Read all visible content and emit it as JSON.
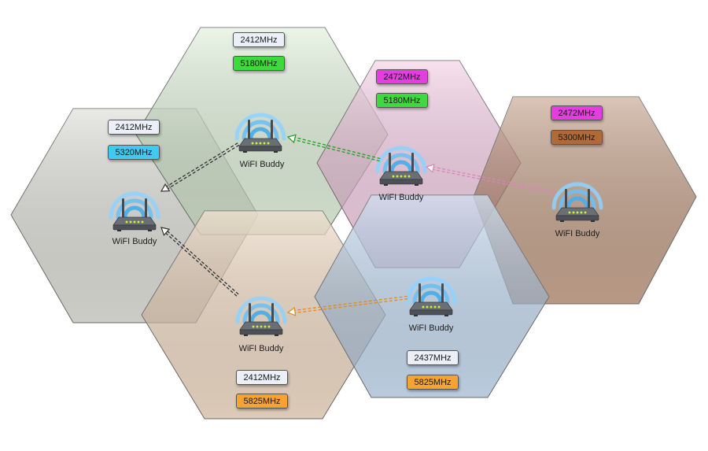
{
  "device_label": "WiFI Buddy",
  "colors": {
    "gray": "#c9c9c2",
    "green": "#cfe6c6",
    "pink": "#eeb4d6",
    "brown": "#a56f4e",
    "orange": "#e6c7a6",
    "blue": "#a8c7e6",
    "arrow_dark": "#333333",
    "arrow_green": "#1ea01e",
    "arrow_orange": "#e48a1a",
    "arrow_pink": "#d985b9"
  },
  "cells": [
    {
      "id": "gray",
      "icon": "router-icon",
      "band_24": {
        "label": "2412MHz",
        "color": "#eceef8"
      },
      "band_5": {
        "label": "5320MHz",
        "color": "#41c9f2"
      }
    },
    {
      "id": "green",
      "icon": "router-icon",
      "band_24": {
        "label": "2412MHz",
        "color": "#eceef8"
      },
      "band_5": {
        "label": "5180MHz",
        "color": "#3dd93d"
      }
    },
    {
      "id": "pink",
      "icon": "router-icon",
      "band_24": {
        "label": "2472MHz",
        "color": "#e53ee0"
      },
      "band_5": {
        "label": "5180MHz",
        "color": "#3dd93d"
      }
    },
    {
      "id": "brown",
      "icon": "router-icon",
      "band_24": {
        "label": "2472MHz",
        "color": "#e53ee0"
      },
      "band_5": {
        "label": "5300MHz",
        "color": "#b06a3a"
      }
    },
    {
      "id": "orange",
      "icon": "router-icon",
      "band_24": {
        "label": "2412MHz",
        "color": "#eceef8"
      },
      "band_5": {
        "label": "5825MHz",
        "color": "#f7a334"
      }
    },
    {
      "id": "blue",
      "icon": "router-icon",
      "band_24": {
        "label": "2437MHz",
        "color": "#eceef8"
      },
      "band_5": {
        "label": "5825MHz",
        "color": "#f7a334"
      }
    }
  ],
  "links": [
    {
      "from": "green",
      "to": "gray",
      "style": "dark"
    },
    {
      "from": "orange",
      "to": "gray",
      "style": "dark"
    },
    {
      "from": "pink",
      "to": "green",
      "style": "green"
    },
    {
      "from": "blue",
      "to": "orange",
      "style": "orange"
    },
    {
      "from": "brown",
      "to": "pink",
      "style": "pink"
    }
  ]
}
